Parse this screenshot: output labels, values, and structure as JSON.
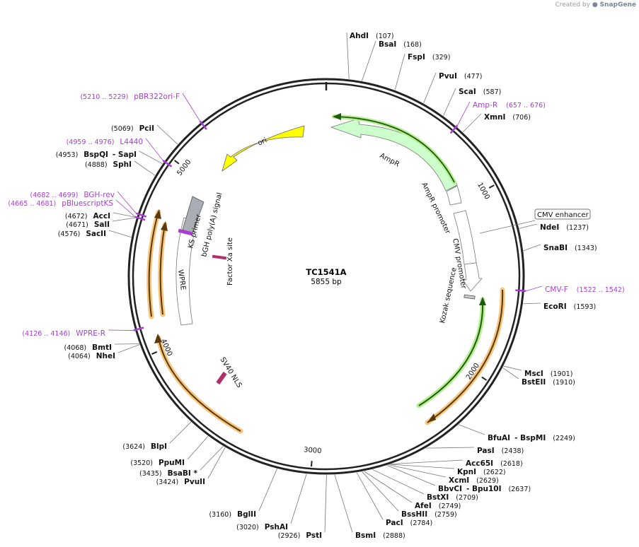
{
  "credit": {
    "prefix": "Created by",
    "brand": "SnapGene"
  },
  "plasmid": {
    "name": "TC1541A",
    "length": "5855 bp",
    "total_bp": 5855
  },
  "ticks": [
    {
      "bp": 1000,
      "label": "1000"
    },
    {
      "bp": 2000,
      "label": "2000"
    },
    {
      "bp": 3000,
      "label": "3000"
    },
    {
      "bp": 4000,
      "label": "4000"
    },
    {
      "bp": 5000,
      "label": "5000"
    }
  ],
  "enzymes_right": [
    {
      "name": "AhdI",
      "pos": "(107)"
    },
    {
      "name": "BsaI",
      "pos": "(168)"
    },
    {
      "name": "FspI",
      "pos": "(329)"
    },
    {
      "name": "PvuI",
      "pos": "(477)"
    },
    {
      "name": "ScaI",
      "pos": "(587)"
    },
    {
      "name": "XmnI",
      "pos": "(706)"
    },
    {
      "name": "NdeI",
      "pos": "(1237)"
    },
    {
      "name": "SnaBI",
      "pos": "(1343)"
    },
    {
      "name": "EcoRI",
      "pos": "(1593)"
    },
    {
      "name": "MscI",
      "pos": "(1901)"
    },
    {
      "name": "BstEII",
      "pos": "(1910)"
    },
    {
      "name": "BfuAI",
      "name2": "- BspMI",
      "pos": "(2249)"
    },
    {
      "name": "PasI",
      "pos": "(2438)"
    },
    {
      "name": "Acc65I",
      "pos": "(2618)"
    },
    {
      "name": "KpnI",
      "pos": "(2622)"
    },
    {
      "name": "XcmI",
      "pos": "(2629)"
    },
    {
      "name": "BbvCI",
      "name2": "- Bpu10I",
      "pos": "(2637)"
    },
    {
      "name": "BstXI",
      "pos": "(2709)"
    },
    {
      "name": "AfeI",
      "pos": "(2749)"
    },
    {
      "name": "BssHII",
      "pos": "(2759)"
    },
    {
      "name": "PacI",
      "pos": "(2784)"
    },
    {
      "name": "BsmI",
      "pos": "(2888)"
    }
  ],
  "enzymes_left": [
    {
      "name": "PstI",
      "pos": "(2926)"
    },
    {
      "name": "PshAI",
      "pos": "(3020)"
    },
    {
      "name": "BglII",
      "pos": "(3160)"
    },
    {
      "name": "PvuII",
      "pos": "(3424)"
    },
    {
      "name": "BsaBI *",
      "pos": "(3435)"
    },
    {
      "name": "PpuMI",
      "pos": "(3520)"
    },
    {
      "name": "BlpI",
      "pos": "(3624)"
    },
    {
      "name": "NheI",
      "pos": "(4064)"
    },
    {
      "name": "BmtI",
      "pos": "(4068)"
    },
    {
      "name": "SacII",
      "pos": "(4576)"
    },
    {
      "name": "SalI",
      "pos": "(4671)"
    },
    {
      "name": "AccI",
      "pos": "(4672)"
    },
    {
      "name": "SphI",
      "pos": "(4888)"
    },
    {
      "name": "BspQI",
      "name2": "- SapI",
      "pos": "(4953)"
    },
    {
      "name": "PciI",
      "pos": "(5069)"
    }
  ],
  "primers": [
    {
      "name": "Amp-R",
      "range": "(657 .. 676)",
      "bp": 666
    },
    {
      "name": "CMV-F",
      "range": "(1522 .. 1542)",
      "bp": 1532
    },
    {
      "name": "WPRE-R",
      "range": "(4126 .. 4146)",
      "bp": 4136
    },
    {
      "name": "pBluescriptKS",
      "range": "(4665 .. 4681)",
      "bp": 4673
    },
    {
      "name": "BGH-rev",
      "range": "(4682 .. 4699)",
      "bp": 4690
    },
    {
      "name": "L4440",
      "range": "(4959 .. 4976)",
      "bp": 4967
    },
    {
      "name": "pBR322ori-F",
      "range": "(5210 .. 5229)",
      "bp": 5219
    }
  ],
  "features": {
    "cmv_enhancer": "CMV enhancer",
    "cmv_promoter": "CMV promoter",
    "kozak": "Kozak sequence",
    "ampr": "AmpR",
    "ampr_promoter": "AmpR promoter",
    "ori": "ori",
    "wpre": "WPRE",
    "ks_primer": "KS primer",
    "bgh": "bGH poly(A) signal",
    "factor_xa": "Factor Xa site",
    "sv40": "SV40 NLS"
  },
  "colors": {
    "ori": "#ffff00",
    "ampr": "#ccffcc",
    "orf_orange": "#f8c57f",
    "orf_green": "#b6ee8f",
    "primer": "#a63fcf",
    "bgh": "#a9adb4",
    "nls": "#b0306c"
  }
}
